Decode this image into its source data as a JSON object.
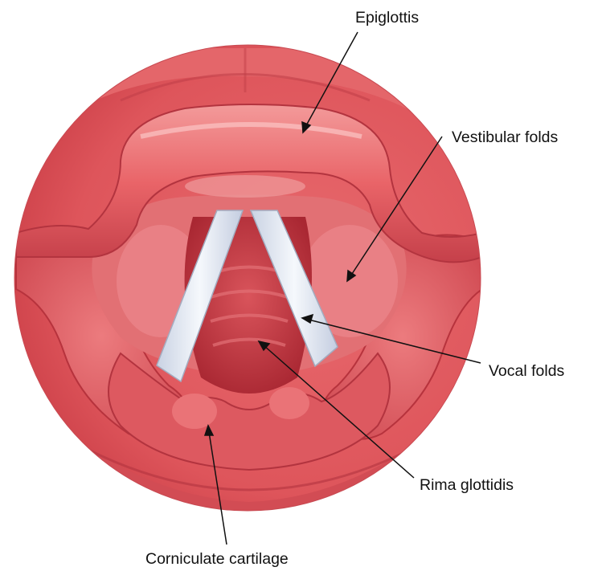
{
  "labels": {
    "epiglottis": "Epiglottis",
    "vestibular_folds": "Vestibular folds",
    "vocal_folds": "Vocal folds",
    "rima_glottidis": "Rima glottidis",
    "corniculate_cartilage": "Corniculate cartilage"
  },
  "colors": {
    "tissue_base": "#e0565b",
    "tissue_dark": "#b9303a",
    "tissue_light": "#f08a8c",
    "vocal_fold": "#dfe6f2",
    "airway": "#c8404a",
    "leader_line": "#111111"
  }
}
